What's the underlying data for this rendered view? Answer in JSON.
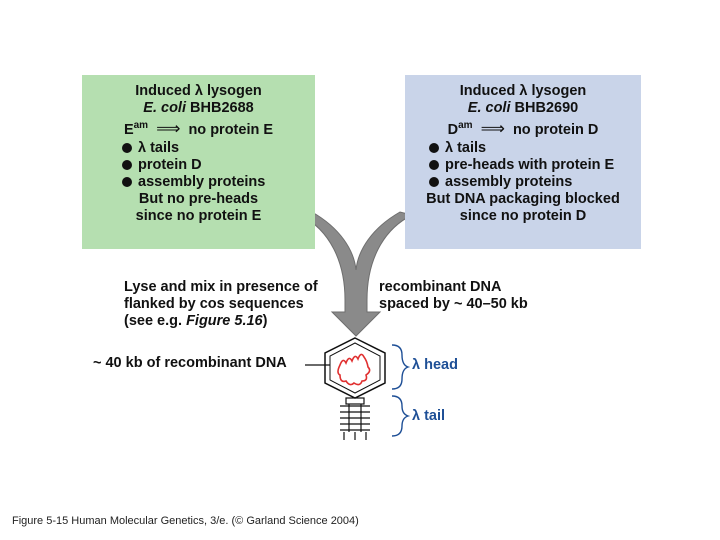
{
  "left_panel": {
    "title": "Induced λ lysogen",
    "strain_italic": "E. coli",
    "strain_name": " BHB2688",
    "gene_base": "E",
    "gene_sup": "am",
    "gene_result": "no protein E",
    "bullets": [
      "λ tails",
      "protein D",
      "assembly proteins"
    ],
    "footer1": "But no pre-heads",
    "footer2": "since no protein E"
  },
  "right_panel": {
    "title": "Induced λ lysogen",
    "strain_italic": "E. coli",
    "strain_name": " BHB2690",
    "gene_base": "D",
    "gene_sup": "am",
    "gene_result": "no protein D",
    "bullets": [
      "λ tails",
      "pre-heads with protein E",
      "assembly proteins"
    ],
    "footer1": "But DNA  packaging blocked",
    "footer2": "since no protein D"
  },
  "mix_text": {
    "line1": "Lyse and mix in presence of",
    "line2": "flanked by cos sequences",
    "line3_prefix": "(see e.g. ",
    "line3_italic": "Figure 5.16",
    "line3_suffix": ")"
  },
  "recomb_text": {
    "line1": "recombinant DNA",
    "line2": "spaced by ~ 40–50 kb"
  },
  "labels": {
    "dna_40kb": "~ 40 kb of recombinant DNA",
    "head": "λ head",
    "tail": "λ tail"
  },
  "caption": "Figure 5-15  Human Molecular Genetics, 3/e.  (© Garland Science 2004)",
  "colors": {
    "left_panel": "#b5dfb0",
    "right_panel": "#c9d4e9",
    "arrow": "#7f7f7f",
    "dna": "#e03030",
    "label_blue": "#1e4f96"
  },
  "icons": {
    "merge_arrow": "merge-arrow-icon",
    "phage": "lambda-phage-icon",
    "implies": "double-arrow-icon"
  }
}
